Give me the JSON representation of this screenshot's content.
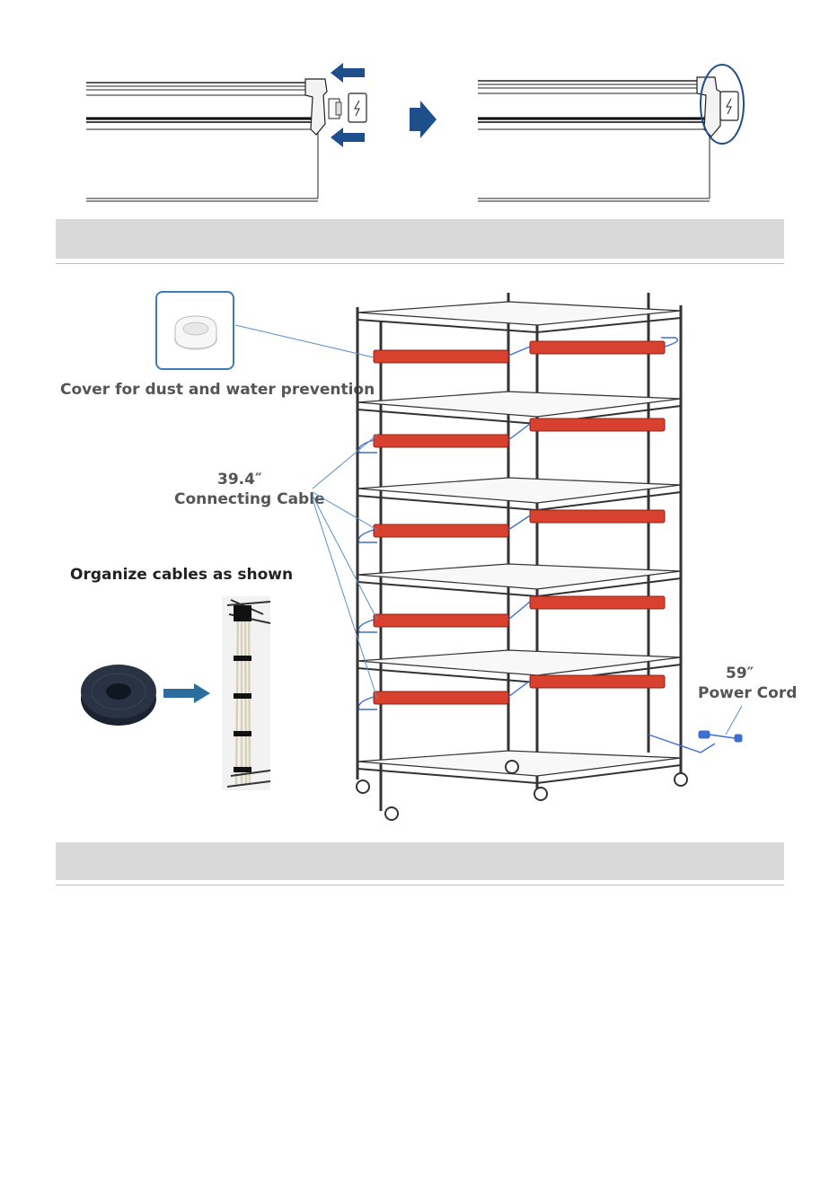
{
  "labels": {
    "cover": "Cover for dust and water prevention",
    "cable_length": "39.4″",
    "cable_name": "Connecting Cable",
    "organize": "Organize cables as shown",
    "cord_length": "59″",
    "cord_name": "Power Cord"
  },
  "icons": [
    "arrow-left-icon",
    "arrow-right-icon",
    "plug-icon",
    "cable-tie-roll-icon"
  ],
  "colors": {
    "header_band": "#d9d9d9",
    "arrow_blue": "#1f4e8c",
    "callout_blue": "#3d7bb8",
    "light_bar_red": "#d9412f",
    "rack_line": "#333333"
  }
}
